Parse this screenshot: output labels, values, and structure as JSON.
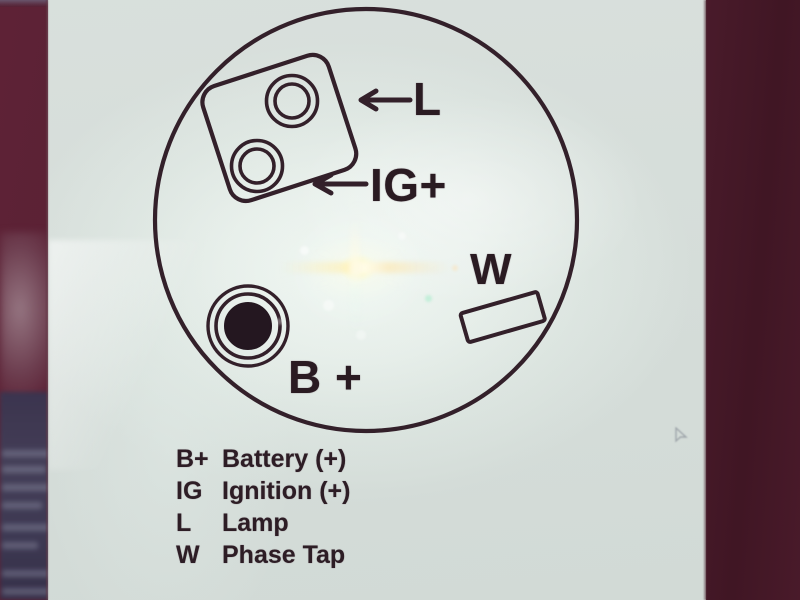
{
  "photo": {
    "subject": "alternator regulator terminal identification label",
    "background_color": "#552033",
    "paper_color": "#e9f1ec",
    "ink_color": "#2d1d25"
  },
  "diagram": {
    "title": "",
    "connector_block": {
      "name": "two-pin connector plug",
      "terminals": [
        {
          "id": "L",
          "type": "ring-terminal"
        },
        {
          "id": "IG",
          "type": "ring-terminal"
        }
      ]
    },
    "callouts": [
      {
        "id": "callout-L",
        "arrow": "←",
        "label": "L"
      },
      {
        "id": "callout-IG",
        "arrow": "←",
        "label": "IG+"
      },
      {
        "id": "callout-W",
        "arrow": "",
        "label": "W"
      },
      {
        "id": "callout-B",
        "arrow": "",
        "label": "B +"
      }
    ],
    "terminals": {
      "b_plus": "B +",
      "w": "W",
      "l": "L",
      "ig": "IG+"
    }
  },
  "legend": {
    "rows": [
      {
        "key": "B+",
        "desc": "Battery (+)"
      },
      {
        "key": "IG",
        "desc": "Ignition (+)"
      },
      {
        "key": "L",
        "desc": "Lamp"
      },
      {
        "key": "W",
        "desc": "Phase Tap"
      }
    ]
  }
}
